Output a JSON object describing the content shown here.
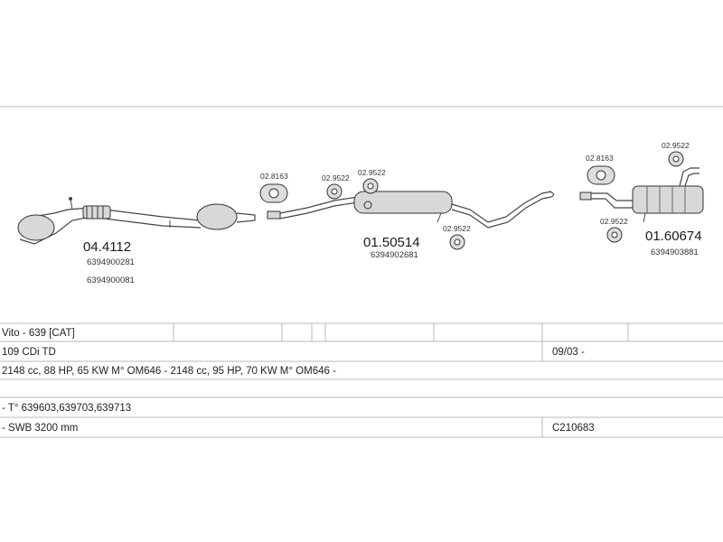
{
  "parts": {
    "front": {
      "number": "04.4112",
      "oem": [
        "6394900281",
        "6394900081"
      ]
    },
    "middle": {
      "number": "01.50514",
      "oem": [
        "6394902681"
      ]
    },
    "rear": {
      "number": "01.60674",
      "oem": [
        "6394903881"
      ]
    },
    "clamps": {
      "c1": "02.8163",
      "c2": "02.9522",
      "c3": "02.9522",
      "c4": "02.9522",
      "c5": "02.8163",
      "c6": "02.9522",
      "c7": "02.9522"
    }
  },
  "table": {
    "model": "Vito - 639  [CAT]",
    "variant": "109 CDi TD",
    "date": "09/03 -",
    "engine": "2148 cc, 88 HP, 65 KW M° OM646 - 2148 cc, 95 HP, 70 KW M° OM646 -",
    "types": "- T° 639603,639703,639713",
    "wheelbase": "- SWB 3200 mm",
    "code": "C210683"
  }
}
